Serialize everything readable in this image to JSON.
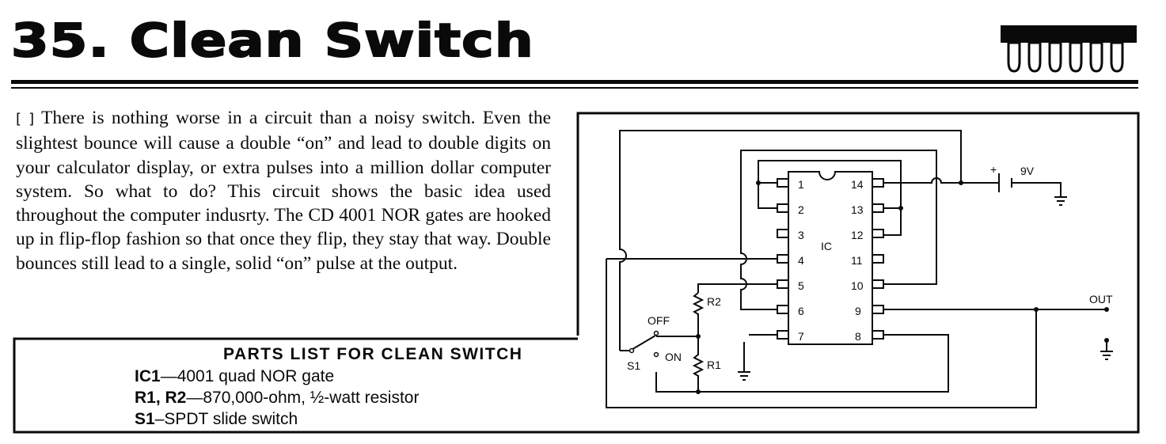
{
  "header": {
    "title": "35. Clean Switch"
  },
  "intro": {
    "text": "There is nothing worse in a circuit than a noisy switch. Even the slightest bounce will cause a double “on” and lead to double digits on your calculator display, or extra pulses into a million dollar computer system. So what to do? This circuit shows the basic idea used throughout the computer indusrty. The CD 4001 NOR gates are hooked up in flip-flop fashion so that once they flip, they stay that way. Double bounces still lead to a single, solid “on” pulse at the output."
  },
  "parts_list": {
    "title": "PARTS LIST FOR CLEAN SWITCH",
    "items": [
      {
        "ref": "IC1",
        "desc": "—4001 quad NOR gate"
      },
      {
        "ref": "R1, R2",
        "desc": "—870,000-ohm, ½-watt resistor"
      },
      {
        "ref": "S1",
        "desc": "–SPDT slide switch"
      }
    ]
  },
  "schematic": {
    "ic_label": "IC",
    "pins_left": [
      "1",
      "2",
      "3",
      "4",
      "5",
      "6",
      "7"
    ],
    "pins_right": [
      "14",
      "13",
      "12",
      "11",
      "10",
      "9",
      "8"
    ],
    "battery_label": "9V",
    "battery_plus": "+",
    "out_label": "OUT",
    "r1_label": "R1",
    "r2_label": "R2",
    "s1_label": "S1",
    "off_label": "OFF",
    "on_label": "ON"
  }
}
